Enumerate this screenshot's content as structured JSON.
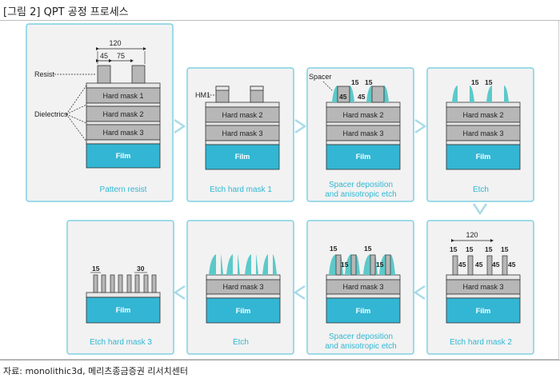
{
  "header": {
    "title": "[그림 2] QPT 공정 프로세스"
  },
  "footer": {
    "source": "자료: monolithic3d, 메리츠종금증권 리서치센터"
  },
  "labels": {
    "film": "Film",
    "hard_mask_1": "Hard mask 1",
    "hard_mask_2": "Hard mask 2",
    "hard_mask_3": "Hard mask 3",
    "resist": "Resist",
    "dielectrics": "Dielectrics",
    "hm1": "HM1",
    "spacer": "Spacer"
  },
  "dimensions": {
    "d120": "120",
    "d45": "45",
    "d75": "75",
    "d15": "15",
    "d30": "30"
  },
  "steps": [
    {
      "caption": "Pattern resist"
    },
    {
      "caption": "Etch hard mask 1"
    },
    {
      "caption_line1": "Spacer deposition",
      "caption_line2": "and anisotropic etch"
    },
    {
      "caption": "Etch"
    },
    {
      "caption": "Etch hard mask 2"
    },
    {
      "caption_line1": "Spacer deposition",
      "caption_line2": "and anisotropic etch"
    },
    {
      "caption": "Etch"
    },
    {
      "caption": "Etch hard mask 3"
    }
  ],
  "colors": {
    "panel_border": "#7fd0e2",
    "panel_bg": "#f2f2f2",
    "film": "#33b6d3",
    "hard_mask": "#b7b7b7",
    "spacer": "#5cc9c9",
    "arrow": "#a9dbe8",
    "caption": "#31b7d3"
  }
}
